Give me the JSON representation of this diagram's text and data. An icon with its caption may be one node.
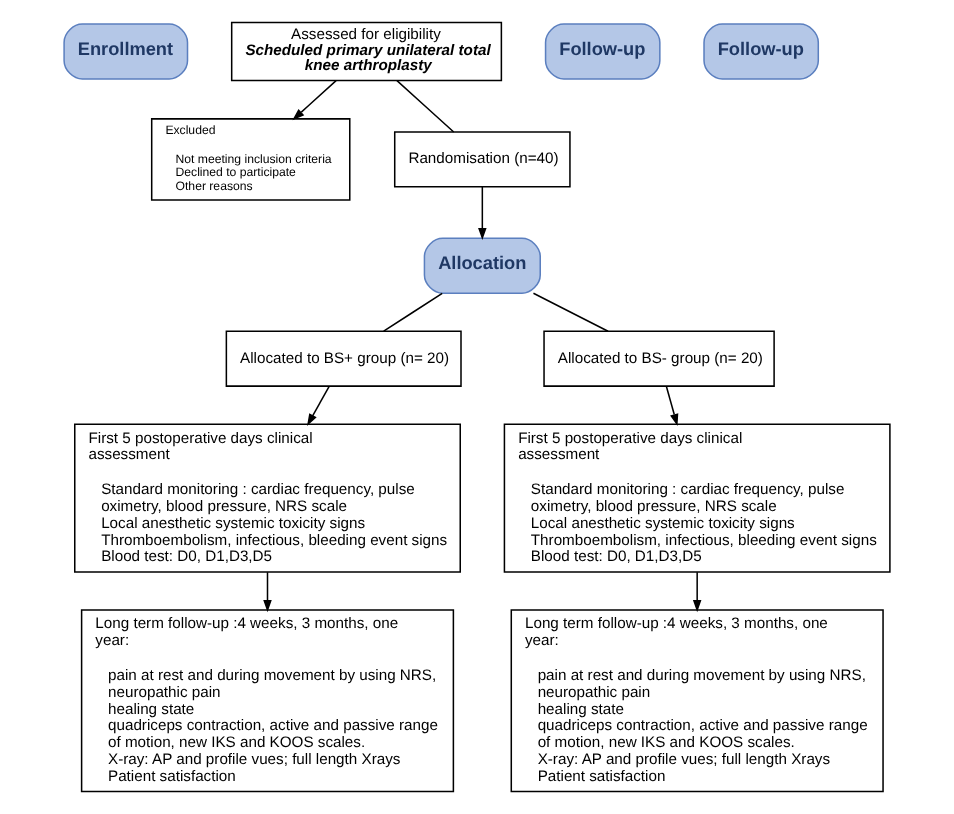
{
  "diagram": {
    "nodes": [
      {
        "text": [
          "Enrollment"
        ]
      },
      {
        "text": [
          "Assessed for eligibility",
          "Scheduled primary unilateral total knee arthroplasty"
        ]
      },
      {
        "text": [
          "Excluded",
          "Not meeting inclusion criteria",
          "Declined to participate",
          "Other reasons"
        ]
      },
      {
        "text": [
          "Randomisation (n=40)"
        ]
      },
      {
        "text": [
          "Allocation"
        ]
      },
      {
        "text": [
          "Allocated to BS+ group (n= 20)"
        ]
      },
      {
        "text": [
          "Allocated to BS- group (n= 20)"
        ]
      },
      {
        "text": [
          "Follow-up"
        ]
      },
      {
        "text": [
          "First 5 postoperative days clinical assessment",
          "Standard monitoring : cardiac frequency, pulse oximetry, blood pressure, NRS scale",
          "Local anesthetic systemic toxicity signs",
          "Thromboembolism, infectious, bleeding event signs",
          "Blood test: D0, D1,D3,D5"
        ]
      },
      {
        "text": [
          "First 5 postoperative days clinical assessment",
          "Standard monitoring : cardiac frequency, pulse oximetry, blood pressure, NRS scale",
          "Local anesthetic systemic toxicity signs",
          "Thromboembolism, infectious, bleeding event signs",
          "Blood test: D0, D1,D3,D5"
        ]
      },
      {
        "text": [
          "Follow-up"
        ]
      },
      {
        "text": [
          "Long term follow-up :4 weeks, 3 months, one year:",
          "pain at rest and during movement by using NRS, neuropathic pain",
          "healing state",
          "quadriceps contraction, active and passive range of motion, new IKS and KOOS scales.",
          "X-ray: AP and profile vues; full length Xrays",
          "Patient satisfaction"
        ]
      },
      {
        "text": [
          "Long term follow-up :4 weeks, 3 months, one year:",
          "pain at rest and during movement by using NRS, neuropathic pain",
          "healing state",
          "quadriceps contraction, active and passive range of motion, new IKS and KOOS scales.",
          "X-ray: AP and profile vues; full length Xrays",
          "Patient satisfaction"
        ]
      }
    ],
    "edges": [
      {
        "from": 1,
        "to": 3,
        "arrow": "none"
      },
      {
        "from": 1,
        "to": 2,
        "arrow": "to"
      },
      {
        "from": 3,
        "to": 4,
        "arrow": "to"
      },
      {
        "from": 4,
        "to": 5,
        "arrow": "none"
      },
      {
        "from": 4,
        "to": 6,
        "arrow": "none"
      },
      {
        "from": 5,
        "to": 8,
        "arrow": "to"
      },
      {
        "from": 6,
        "to": 9,
        "arrow": "to"
      },
      {
        "from": 8,
        "to": 11,
        "arrow": "to"
      },
      {
        "from": 9,
        "to": 12,
        "arrow": "to"
      }
    ]
  }
}
